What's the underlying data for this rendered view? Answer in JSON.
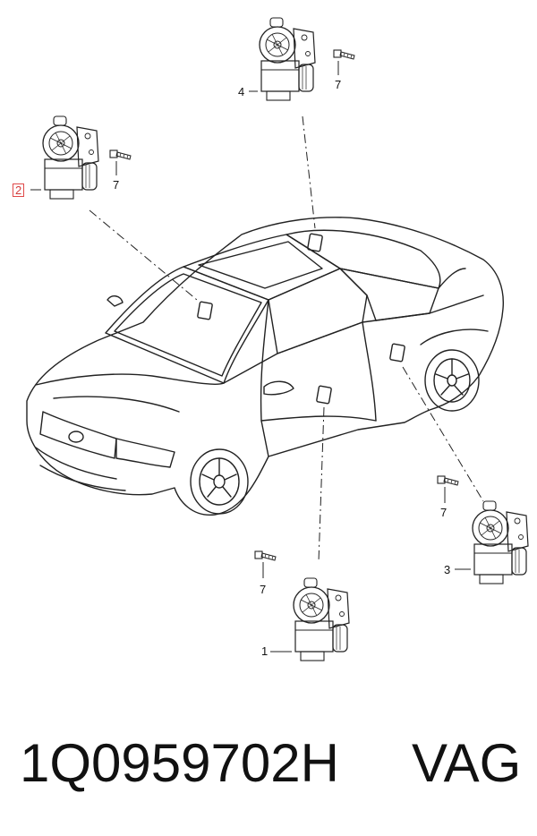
{
  "diagram": {
    "callouts": {
      "motor_front_left": "1",
      "motor_rear_left": "2",
      "motor_front_right": "3",
      "motor_roof": "4",
      "bolt_1": "7",
      "bolt_2": "7",
      "bolt_3": "7",
      "bolt_4": "7"
    },
    "highlighted_callout": "2",
    "highlight_color": "#e04a4a",
    "line_color": "#222222"
  },
  "footer": {
    "part_number": "1Q0959702H",
    "brand": "VAG"
  }
}
